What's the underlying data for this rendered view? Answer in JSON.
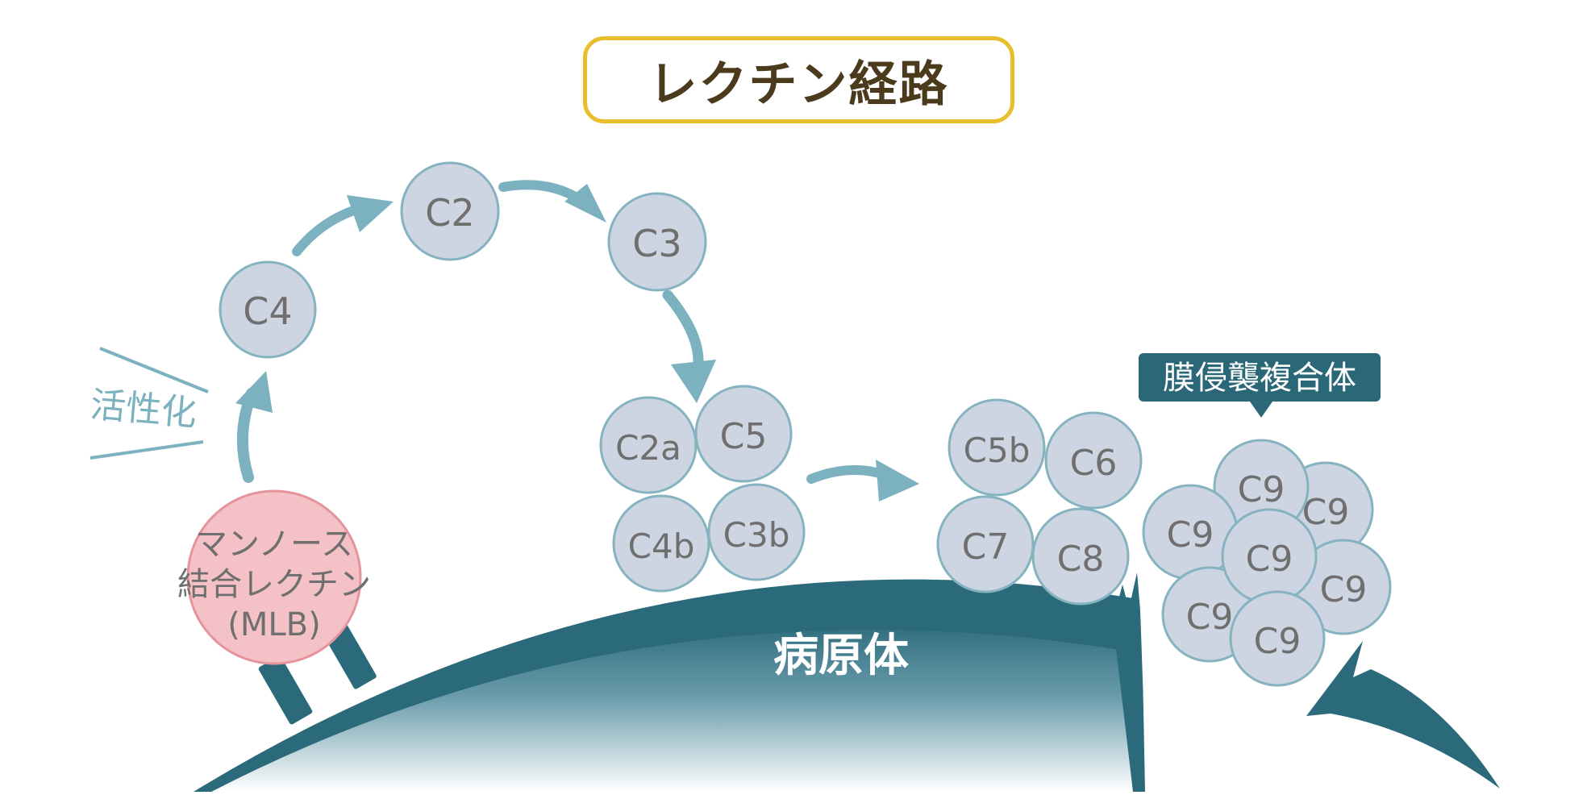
{
  "title": "レクチン経路",
  "activation_label": "活性化",
  "pathogen_label": "病原体",
  "callout_label": "膜侵襲複合体",
  "mbl_lines": [
    "マンノース",
    "結合レクチン",
    "(MLB)"
  ],
  "components": {
    "c4": "C4",
    "c2": "C2",
    "c3": "C3",
    "c2a": "C2a",
    "c5": "C5",
    "c4b": "C4b",
    "c3b": "C3b",
    "c5b": "C5b",
    "c6": "C6",
    "c7": "C7",
    "c8": "C8",
    "c9": "C9"
  },
  "colors": {
    "circle_fill": "#cdd4e2",
    "circle_stroke": "#86b3c0",
    "circle_text": "#6f6f6f",
    "arrow": "#7cb1bf",
    "pathogen": "#2a6a7a",
    "mbl_fill": "#f4c2c6",
    "mbl_stroke": "#e6939b",
    "title_border": "#e9be2c",
    "callout_fill": "#2b6877"
  }
}
